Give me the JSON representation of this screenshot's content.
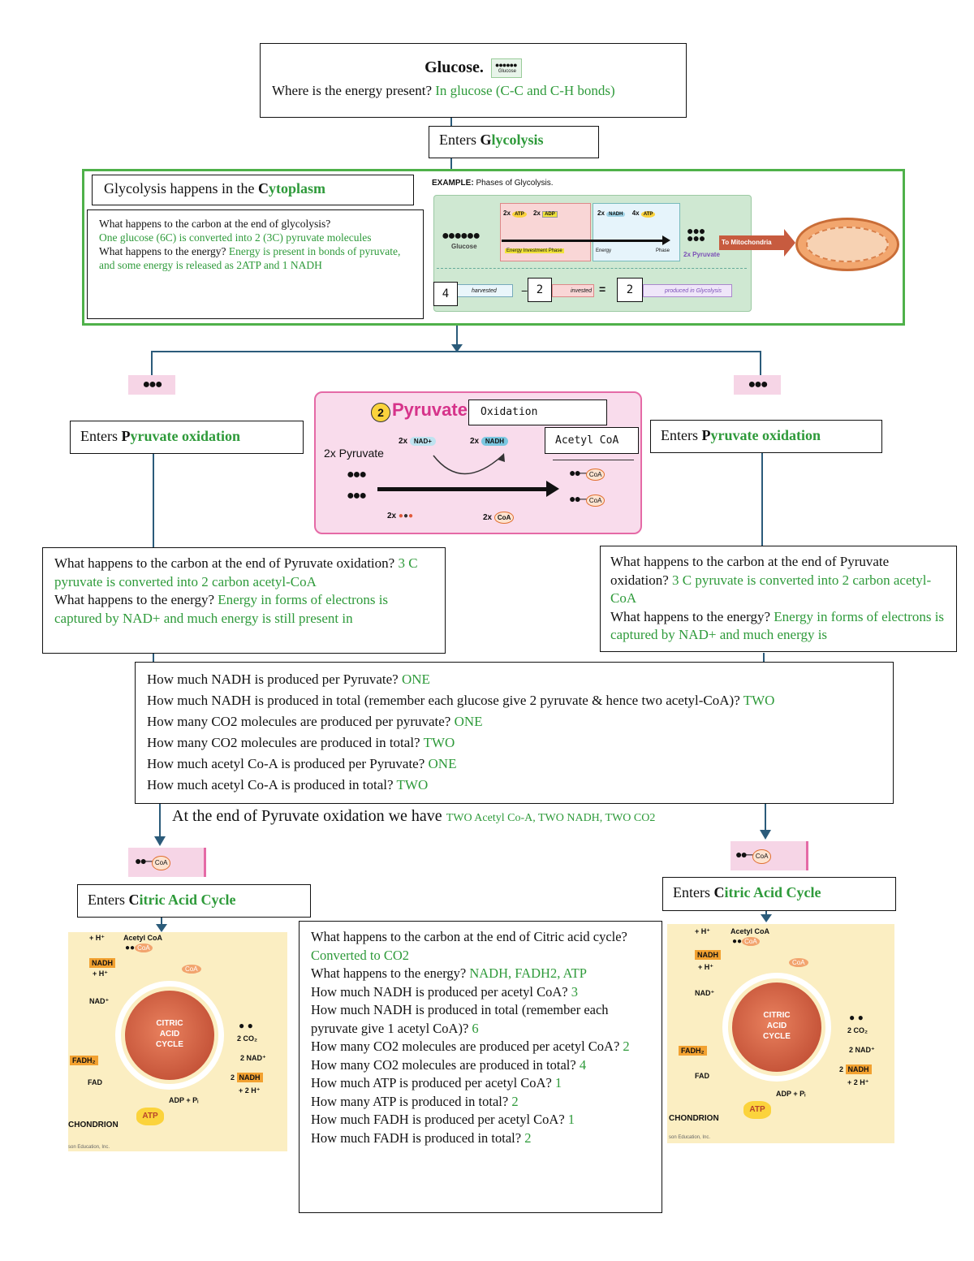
{
  "glucose_box": {
    "title": "Glucose.",
    "icon_caption": "Glucose",
    "question": "Where is the energy present?",
    "answer": "In glucose (C-C and C-H bonds)"
  },
  "enters_glycolysis": {
    "prefix": "Enters ",
    "bold_g": "G",
    "highlight": "lycolysis"
  },
  "glycolysis": {
    "location_prefix": "Glycolysis happens in the ",
    "location_c": "C",
    "location_rest": "ytoplasm",
    "q1": "What happens to the carbon at the end of glycolysis?",
    "a1": "One glucose (6C) is converted into 2 (3C) pyruvate molecules",
    "q2": "What happens to the energy?",
    "a2": "Energy is present in bonds of pyruvate, and some energy is released as 2ATP and 1 NADH"
  },
  "glycolysis_figure": {
    "example_label": "EXAMPLE:",
    "example_title": "Phases of Glycolysis.",
    "glucose_label": "Glucose",
    "atp": "ATP",
    "adp": "ADP",
    "nadh": "NADH",
    "two_x": "2x",
    "four_x": "4x",
    "investment_phase": "Energy Investment Phase",
    "energy": "Energy",
    "phase": "Phase",
    "pyruvate_label": "2x Pyruvate",
    "to_mito": "To Mitochondria",
    "harvested_val": "4",
    "harvested": "harvested",
    "invested_val": "2",
    "invested": "invested",
    "produced_val": "2",
    "produced": "produced in Glycolysis",
    "minus": "−",
    "equals": "="
  },
  "pyruvate_ox_left": {
    "prefix": "Enters ",
    "bold_p": "P",
    "highlight": "yruvate oxidation"
  },
  "pyruvate_ox_right": {
    "prefix": "Enters ",
    "bold_p": "P",
    "highlight": "yruvate oxidation"
  },
  "pyruvate_figure": {
    "number": "2",
    "title": "Pyruvate",
    "oxidation_label": "Oxidation",
    "acetyl_label": "Acetyl CoA",
    "two_x_pyruvate": "2x Pyruvate",
    "two_x": "2x",
    "nad_plus": "NAD+",
    "nadh": "NADH",
    "coa": "CoA"
  },
  "pyr_q_left": {
    "q1": "What happens to the carbon at the end of Pyruvate oxidation?",
    "a1": "3 C pyruvate is converted into 2 carbon acetyl-CoA",
    "q2": "What happens to the energy?",
    "a2": "Energy in forms of electrons is captured by NAD+ and much energy is still present in"
  },
  "pyr_q_right": {
    "q1": "What happens to the carbon at the end of Pyruvate oxidation?",
    "a1": "3 C pyruvate is converted into 2 carbon acetyl-CoA",
    "q2": "What happens to the energy?",
    "a2": "Energy in forms of electrons is captured by NAD+ and much energy is"
  },
  "totals": [
    {
      "q": "How much NADH is produced per Pyruvate?",
      "a": "ONE"
    },
    {
      "q": "How much NADH is produced in total (remember each glucose give 2 pyruvate & hence two acetyl-CoA)?",
      "a": "TWO"
    },
    {
      "q": "How many CO2 molecules are produced per pyruvate?",
      "a": "ONE"
    },
    {
      "q": "How many CO2 molecules are produced in total?",
      "a": "TWO"
    },
    {
      "q": "How much acetyl Co-A is produced per Pyruvate?",
      "a": "ONE"
    },
    {
      "q": "How much acetyl Co-A is produced in total?",
      "a": "TWO"
    }
  ],
  "end_summary": {
    "text": "At the end of Pyruvate oxidation we have ",
    "answer": "TWO Acetyl Co-A, TWO NADH, TWO CO2"
  },
  "citric_left": {
    "prefix": "Enters ",
    "bold_c": "C",
    "highlight": "itric Acid Cycle"
  },
  "citric_right": {
    "prefix": "Enters ",
    "bold_c": "C",
    "highlight": "itric Acid Cycle"
  },
  "citric_figure": {
    "h_plus": "+ H⁺",
    "acetyl_coa": "Acetyl CoA",
    "coa": "CoA",
    "nadh": "NADH",
    "nad": "NAD⁺",
    "cycle_1": "CITRIC",
    "cycle_2": "ACID",
    "cycle_3": "CYCLE",
    "co2": "2 CO₂",
    "two_nad": "2 NAD⁺",
    "two": "2",
    "two_h": "+ 2 H⁺",
    "fadh2": "FADH₂",
    "fad": "FAD",
    "adp": "ADP + Pᵢ",
    "atp": "ATP",
    "mitochondrion": "CHONDRION",
    "credit": "son Education, Inc."
  },
  "citric_q": {
    "q1": "What happens to the carbon at the end of Citric acid cycle?",
    "a1": "Converted to CO2",
    "q2": "What happens to the energy?",
    "a2": "NADH, FADH2, ATP",
    "q3": "How much NADH is produced per acetyl CoA?",
    "a3": "3",
    "q4": "How much NADH is produced in total (remember each pyruvate give 1 acetyl CoA)?",
    "a4": "6",
    "q5": "How many CO2 molecules are produced per acetyl CoA?",
    "a5": "2",
    "q6": "How many CO2 molecules are produced in total?",
    "a6": "4",
    "q7": "How much ATP is produced per acetyl CoA?",
    "a7": "1",
    "q8": "How many ATP is produced in total?",
    "a8": "2",
    "q9": "How much FADH is produced per acetyl CoA?",
    "a9": "1",
    "q10": "How much FADH is produced in total?",
    "a10": "2"
  },
  "colors": {
    "answer_green": "#2e9a3a",
    "frame_green": "#4fb14a",
    "pink": "#f6d5e6",
    "connector": "#2b5b7a"
  }
}
